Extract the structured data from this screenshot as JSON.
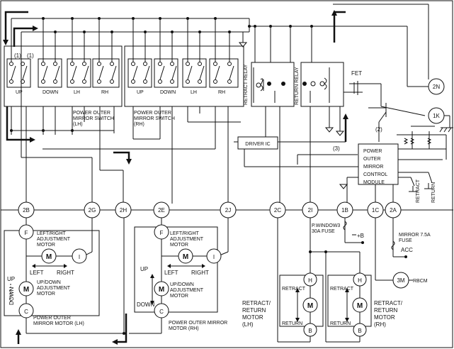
{
  "connectors": {
    "c2B": "2B",
    "c2G": "2G",
    "c2H": "2H",
    "c2E": "2E",
    "c2J": "2J",
    "c2C": "2C",
    "c2I": "2I",
    "c1B": "1B",
    "c1C": "1C",
    "c2A": "2A",
    "c2N": "2N",
    "c1K": "1K"
  },
  "switch_lh": {
    "label": "POWER OUTER\nMIRROR SWITCH\n(LH)",
    "up": "UP",
    "down": "DOWN",
    "lh": "LH",
    "rh": "RH",
    "callout_1": "(1)",
    "callout_2": "(1)"
  },
  "switch_rh": {
    "label": "POWER OUTER\nMIRROR SWITCH\n(RH)",
    "up": "UP",
    "down": "DOWN",
    "lh": "LH",
    "rh": "RH"
  },
  "relays": {
    "retract": "RETRACT RELAY",
    "return": "RETURN RELAY",
    "fet": "FET",
    "driver_ic": "DRIVER IC",
    "callout_2": "(2)",
    "callout_3": "(3)"
  },
  "module": {
    "label": "POWER\nOUTER\nMIRROR\nCONTROL\nMODULE",
    "retract": "RETRACT",
    "return": "RETURN"
  },
  "fuses": {
    "pwindow": "P.WINDOW3\n30A FUSE",
    "plus_b": "+B",
    "mirror": "MIRROR 7.5A\nFUSE",
    "acc": "ACC",
    "rbcm": "RBCM",
    "rbcm_conn": "3M"
  },
  "motor_lh": {
    "f": "F",
    "i": "I",
    "c": "C",
    "m1": "M",
    "m2": "M",
    "lr": "LEFT/RIGHT\nADJUSTMENT\nMOTOR",
    "left": "LEFT",
    "right": "RIGHT",
    "up": "UP",
    "down": "DOWN",
    "ud": "UP/DOWN\nADJUSTMENT\nMOTOR",
    "title": "POWER OUTER\nMIRROR MOTOR (LH)"
  },
  "motor_rh": {
    "f": "F",
    "i": "I",
    "c": "C",
    "m1": "M",
    "m2": "M",
    "lr": "LEFT/RIGHT\nADJUSTMENT\nMOTOR",
    "left": "LEFT",
    "right": "RIGHT",
    "up": "UP",
    "down": "DOWN",
    "ud": "UP/DOWN\nADJUSTMENT\nMOTOR",
    "title": "POWER OUTER MIRROR\nMOTOR (RH)"
  },
  "retract_lh": {
    "h": "H",
    "b": "B",
    "m": "M",
    "retract": "RETRACT",
    "return": "RETURN",
    "title": "RETRACT/\nRETURN\nMOTOR\n(LH)"
  },
  "retract_rh": {
    "h": "H",
    "b": "B",
    "m": "M",
    "retract": "RETRACT",
    "return": "RETURN",
    "title": "RETRACT/\nRETURN\nMOTOR\n(RH)"
  }
}
